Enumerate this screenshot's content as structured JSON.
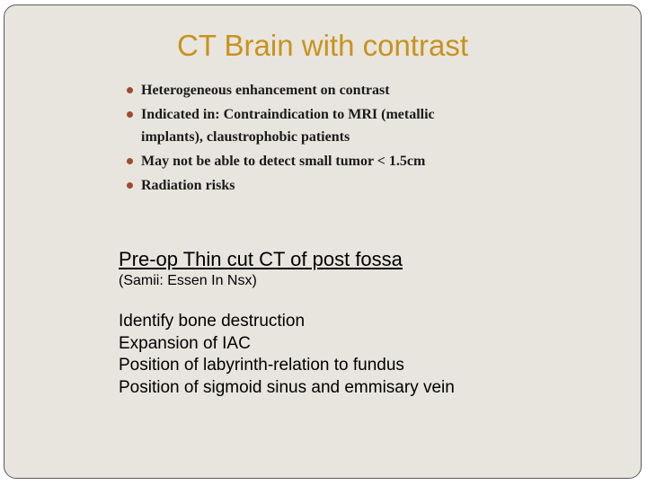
{
  "slide": {
    "title": "CT Brain with contrast",
    "bullets": [
      "Heterogeneous enhancement on contrast",
      "Indicated in: Contraindication to MRI (metallic implants), claustrophobic patients",
      "May not be able to detect small tumor < 1.5cm",
      "Radiation risks"
    ],
    "subheading": "Pre-op Thin cut CT of post fossa",
    "citation": "(Samii: Essen In Nsx)",
    "points": [
      "Identify bone destruction",
      "Expansion of IAC",
      "Position of labyrinth-relation to fundus",
      "Position of sigmoid sinus and emmisary vein"
    ]
  },
  "colors": {
    "background": "#e8e5de",
    "title": "#c8921e",
    "bullet": "#a04a2e",
    "text": "#000000"
  }
}
